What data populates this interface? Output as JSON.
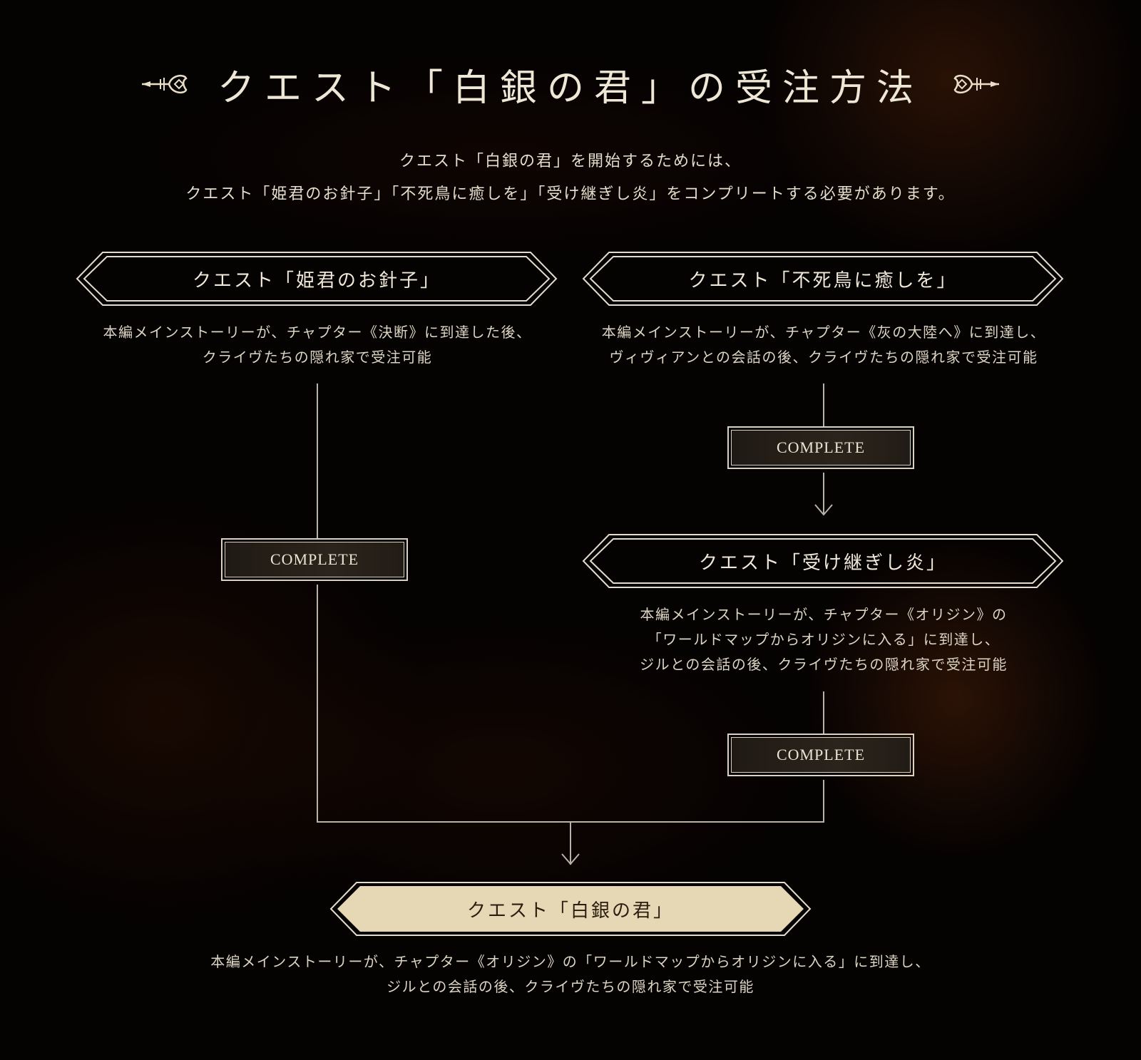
{
  "header": {
    "title": "クエスト「白銀の君」の受注方法",
    "left_ornament": "ornament-arrow-left-icon",
    "right_ornament": "ornament-arrow-right-icon"
  },
  "intro": {
    "line1": "クエスト「白銀の君」を開始するためには、",
    "line2": "クエスト「姫君のお針子」「不死鳥に癒しを」「受け継ぎし炎」をコンプリートする必要があります。"
  },
  "quests": [
    {
      "title": "クエスト「姫君のお針子」",
      "desc_lines": [
        "本編メインストーリーが、チャプター《決断》に到達した後、",
        "クライヴたちの隠れ家で受注可能"
      ]
    },
    {
      "title": "クエスト「不死鳥に癒しを」",
      "desc_lines": [
        "本編メインストーリーが、チャプター《灰の大陸へ》に到達し、",
        "ヴィヴィアンとの会話の後、クライヴたちの隠れ家で受注可能"
      ]
    },
    {
      "title": "クエスト「受け継ぎし炎」",
      "desc_lines": [
        "本編メインストーリーが、チャプター《オリジン》の",
        "「ワールドマップからオリジンに入る」に到達し、",
        "ジルとの会話の後、クライヴたちの隠れ家で受注可能"
      ]
    }
  ],
  "final_quest": {
    "title": "クエスト「白銀の君」",
    "desc_lines": [
      "本編メインストーリーが、チャプター《オリジン》の「ワールドマップからオリジンに入る」に到達し、",
      "ジルとの会話の後、クライヴたちの隠れ家で受注可能"
    ]
  },
  "complete_labels": [
    "COMPLETE",
    "COMPLETE",
    "COMPLETE"
  ],
  "colors": {
    "background": "#050202",
    "text": "#e6dfcf",
    "line": "#b9b2a6",
    "final_fill": "#e6d8b4",
    "complete_fill": "#2b241c"
  }
}
